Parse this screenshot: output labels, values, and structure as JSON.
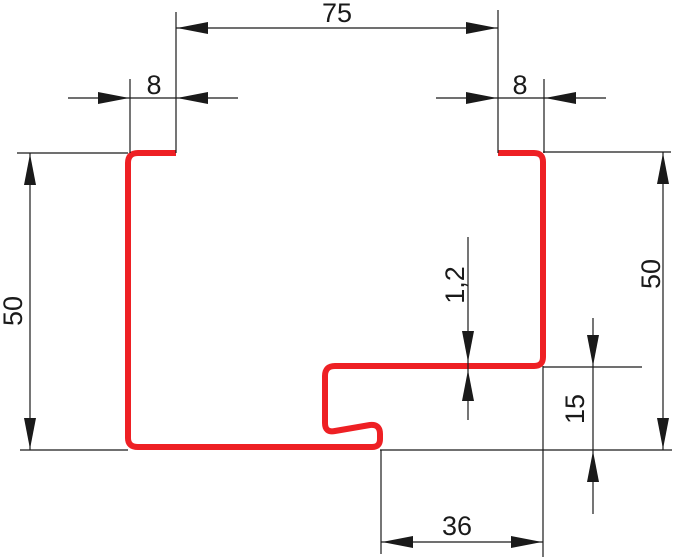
{
  "drawing": {
    "title": "Metal profile cross-section",
    "profile_color": "#ee2024",
    "line_color": "#1a1a1a",
    "dimensions": {
      "top_width": "75",
      "left_flange": "8",
      "right_flange": "8",
      "left_height": "50",
      "right_height": "50",
      "thickness": "1,2",
      "step_height": "15",
      "bottom_offset": "36"
    }
  }
}
